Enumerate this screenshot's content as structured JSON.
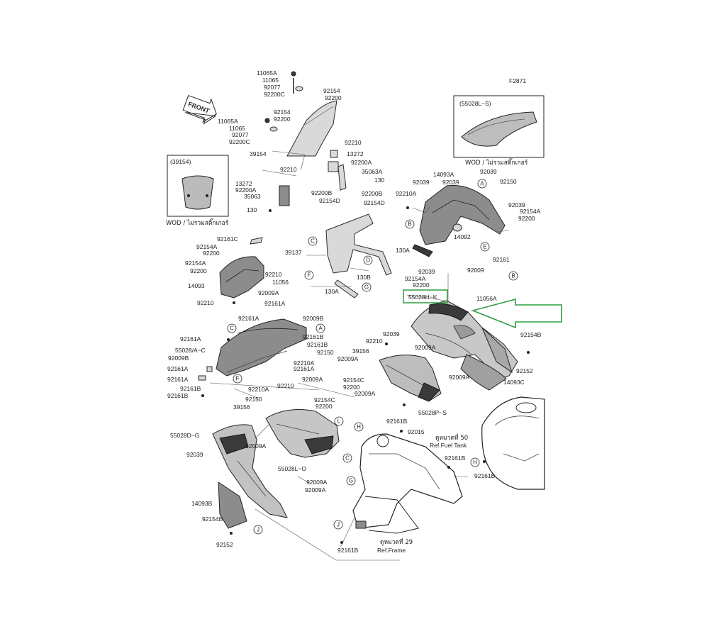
{
  "diagram": {
    "figure_code": "F2871",
    "front_label": "FRONT",
    "accent_color": "#2e9e3e",
    "highlighted_part": "55028H~K",
    "insets": [
      {
        "code": "(39154)",
        "caption": "WOD / ไม่รวมสติ๊กเกอร์"
      },
      {
        "code": "(55028L~S)",
        "caption": "WOD / ไม่รวมสติ๊กเกอร์"
      }
    ],
    "refs": [
      {
        "thai": "ดูหมวดที่ 50",
        "text": "Ref.Fuel Tank"
      },
      {
        "thai": "ดูหมวดที่ 29",
        "text": "Ref.Frame"
      }
    ],
    "circle_letters": [
      "A",
      "B",
      "C",
      "D",
      "E",
      "F",
      "G",
      "H",
      "J",
      "L"
    ],
    "labels": {
      "l001": "11065A",
      "l002": "11065",
      "l003": "92077",
      "l004": "92200C",
      "l005": "92154",
      "l006": "92200",
      "l007": "92154",
      "l008": "92200",
      "l009": "11065A",
      "l010": "11065",
      "l011": "92077",
      "l012": "92200C",
      "l013": "92210",
      "l014": "13272",
      "l015": "39154",
      "l016": "92200A",
      "l017": "35063A",
      "l018": "92210",
      "l019": "130",
      "l020": "13272",
      "l021": "92200A",
      "l022": "92200B",
      "l023": "92200B",
      "l024": "35063",
      "l025": "92154D",
      "l026": "92154D",
      "l027": "130",
      "l028": "92039",
      "l029": "14093A",
      "l030": "92039",
      "l031": "92210A",
      "l032": "92039",
      "l033": "92150",
      "l034": "92039",
      "l035": "92154A",
      "l036": "92200",
      "l037": "14092",
      "l038": "130A",
      "l039": "92161",
      "l040": "92039",
      "l041": "92154A",
      "l042": "92200",
      "l043": "92009",
      "l044": "11056A",
      "l045": "39137",
      "l046": "130B",
      "l047": "130A",
      "l048": "92161C",
      "l049": "92154A",
      "l050": "92200",
      "l051": "92154A",
      "l052": "92200",
      "l053": "92210",
      "l054": "14093",
      "l055": "11056",
      "l056": "92009A",
      "l057": "92210",
      "l058": "92161A",
      "l059": "92161A",
      "l060": "92009B",
      "l061": "92161A",
      "l062": "92161B",
      "l063": "92161B",
      "l064": "55028/A~C",
      "l065": "92150",
      "l066": "92009B",
      "l067": "92210A",
      "l068": "92161A",
      "l069": "92161A",
      "l070": "92161A",
      "l071": "92210A",
      "l072": "92161B",
      "l073": "92161B",
      "l074": "92150",
      "l075": "92210",
      "l076": "92009A",
      "l077": "39156",
      "l078": "92154C",
      "l079": "92200",
      "l080": "92039",
      "l081": "92210",
      "l082": "39156",
      "l083": "92009A",
      "l084": "92009A",
      "l085": "92154B",
      "l086": "92152",
      "l087": "92009A",
      "l088": "14093C",
      "l089": "92154C",
      "l090": "92200",
      "l091": "92009A",
      "l092": "55028P~S",
      "l093": "92161B",
      "l094": "92015",
      "l095": "55028D~G",
      "l096": "92039",
      "l097": "92009A",
      "l098": "55028L~O",
      "l099": "92009A",
      "l100": "92009A",
      "l101": "14093B",
      "l102": "92154B",
      "l103": "92152",
      "l104": "92161B",
      "l105": "92161B",
      "l106": "92161B"
    }
  }
}
